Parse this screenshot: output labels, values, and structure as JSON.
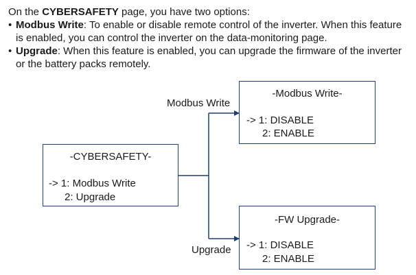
{
  "intro": {
    "line_prefix": "On the ",
    "page_name": "CYBERSAFETY",
    "line_suffix": " page, you have two options:",
    "bullets": [
      {
        "term": "Modbus Write",
        "text": ": To enable or disable remote control of the inverter. When this feature is enabled, you can control the inverter on the data-monitoring page."
      },
      {
        "term": "Upgrade",
        "text": ": When this feature is enabled, you can upgrade the firmware of the inverter or the battery packs remotely."
      }
    ]
  },
  "diagram": {
    "main_menu": {
      "title": "-CYBERSAFETY-",
      "option1": "-> 1: Modbus Write",
      "option2": "2: Upgrade"
    },
    "modbus_menu": {
      "title": "-Modbus Write-",
      "option1": "-> 1: DISABLE",
      "option2": "2: ENABLE"
    },
    "upgrade_menu": {
      "title": "-FW Upgrade-",
      "option1": "-> 1: DISABLE",
      "option2": "2: ENABLE"
    },
    "label_modbus": "Modbus Write",
    "label_upgrade": "Upgrade"
  },
  "colors": {
    "border": "#1f3f6e",
    "connector": "#1f3f6e"
  }
}
